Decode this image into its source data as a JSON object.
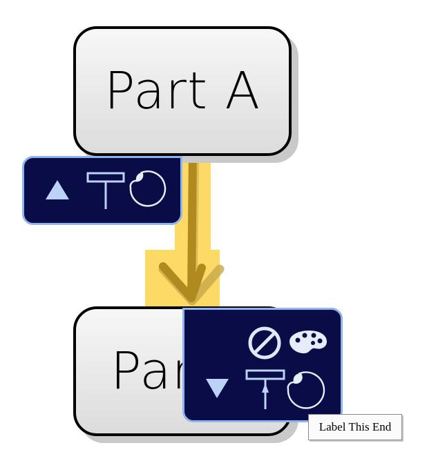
{
  "nodes": {
    "a": {
      "label": "Part A"
    },
    "b": {
      "label": "Part B"
    }
  },
  "connector": {
    "highlight_color": "#fdd966",
    "line_color": "#b08a1e"
  },
  "start_palette": {
    "icons": [
      "triangle-up-icon",
      "line-end-cap-icon",
      "sticker-shape-icon"
    ]
  },
  "end_palette": {
    "icons": [
      "no-symbol-icon",
      "color-palette-icon",
      "triangle-down-icon",
      "line-end-arrow-icon",
      "sticker-shape-icon"
    ]
  },
  "end_label": {
    "text": "Label This End"
  }
}
